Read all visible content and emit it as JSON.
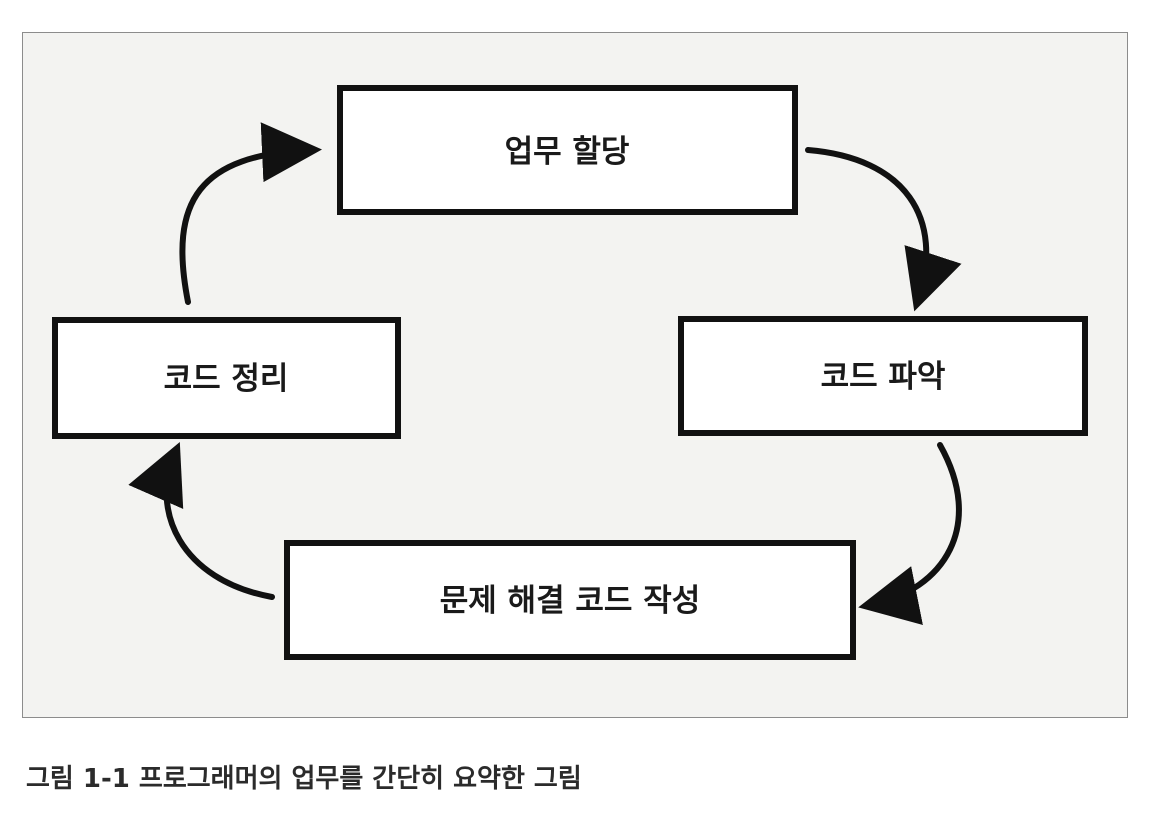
{
  "diagram": {
    "nodes": [
      {
        "id": "assign",
        "label": "업무 할당"
      },
      {
        "id": "understand",
        "label": "코드 파악"
      },
      {
        "id": "write",
        "label": "문제 해결 코드 작성"
      },
      {
        "id": "cleanup",
        "label": "코드 정리"
      }
    ],
    "edges": [
      {
        "from": "assign",
        "to": "understand"
      },
      {
        "from": "understand",
        "to": "write"
      },
      {
        "from": "write",
        "to": "cleanup"
      },
      {
        "from": "cleanup",
        "to": "assign"
      }
    ]
  },
  "caption": "그림 1-1 프로그래머의 업무를 간단히 요약한 그림"
}
